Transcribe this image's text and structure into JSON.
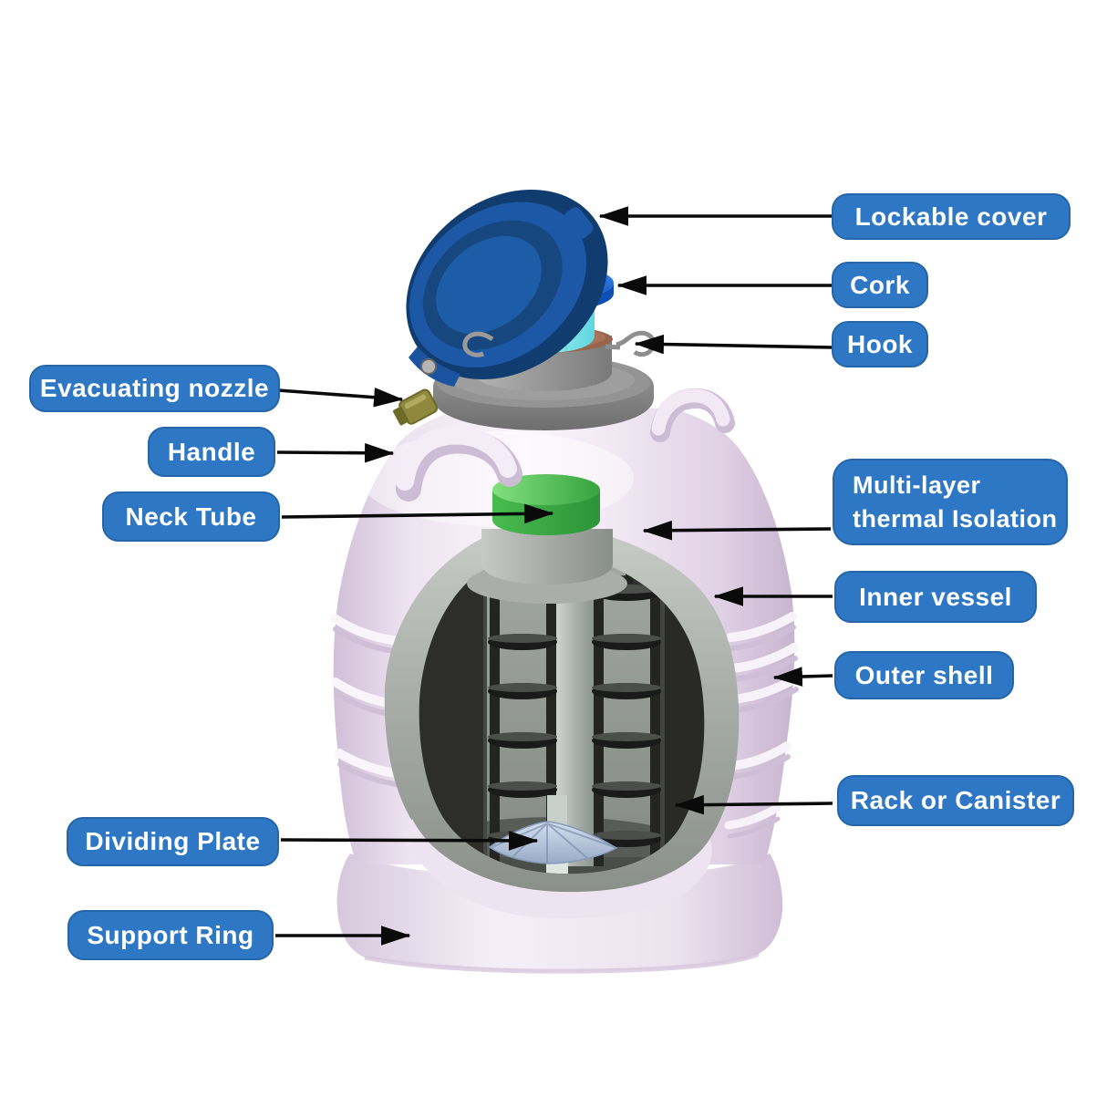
{
  "figure": {
    "type": "labeled-parts-diagram",
    "subject_visible_parts_count": 12
  },
  "labels": [
    {
      "id": "lockable-cover",
      "text": "Lockable cover"
    },
    {
      "id": "cork",
      "text": "Cork"
    },
    {
      "id": "hook",
      "text": "Hook"
    },
    {
      "id": "evacuating-nozzle",
      "text": "Evacuating nozzle"
    },
    {
      "id": "handle",
      "text": "Handle"
    },
    {
      "id": "neck-tube",
      "text": "Neck Tube"
    },
    {
      "id": "multi-layer",
      "text": "Multi-layer\nthermal Isolation"
    },
    {
      "id": "inner-vessel",
      "text": "Inner vessel"
    },
    {
      "id": "outer-shell",
      "text": "Outer shell"
    },
    {
      "id": "rack-or-canister",
      "text": "Rack or Canister"
    },
    {
      "id": "dividing-plate",
      "text": "Dividing Plate"
    },
    {
      "id": "support-ring",
      "text": "Support Ring"
    }
  ],
  "colors": {
    "label_bg": "#2d77c4",
    "label_border": "#2565a8",
    "label_text": "#ffffff",
    "arrow_black": "#0a0a0a",
    "cover_blue": "#1c58a6",
    "cover_blue_dark": "#113c70",
    "cork_top_blue": "#1f6fe0",
    "cork_body_cyan": "#9ff0f2",
    "body_pink": "#f2e9f4",
    "body_pink_shadow": "#cdbcd5",
    "collar_gray": "#8b8b8b",
    "neck_cap_green": "#46b44c",
    "inner_vessel_gray": "#9aa09a",
    "canister_dark": "#2c2d2b",
    "dividing_plate_blue": "#b7c4da",
    "nozzle_olive": "#8e893c"
  }
}
